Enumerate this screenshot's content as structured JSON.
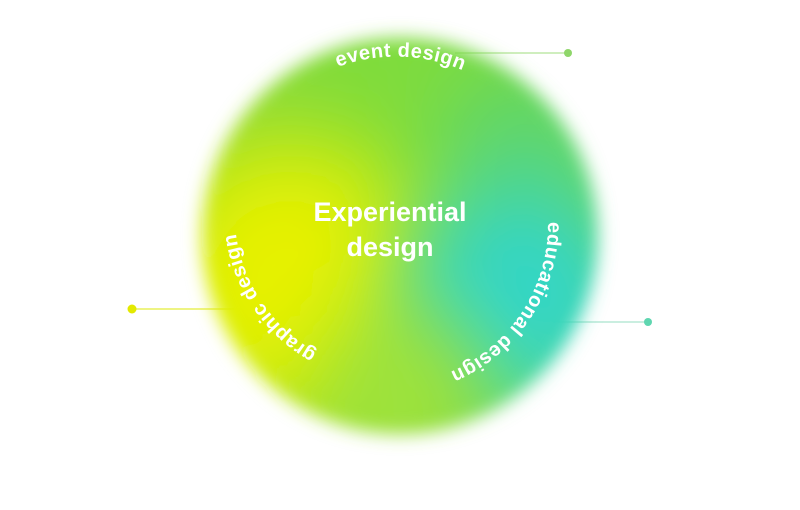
{
  "center": {
    "line1": "Experiential",
    "line2": "design"
  },
  "segments": [
    {
      "id": "event",
      "label": "event design",
      "color": "#7fdc3a",
      "dot_color": "#8fd66a"
    },
    {
      "id": "educational",
      "label": "educational design",
      "color": "#33d6c8",
      "dot_color": "#5fd6b0"
    },
    {
      "id": "graphic",
      "label": "graphic design",
      "color": "#e6f100",
      "dot_color": "#e3e900"
    }
  ]
}
